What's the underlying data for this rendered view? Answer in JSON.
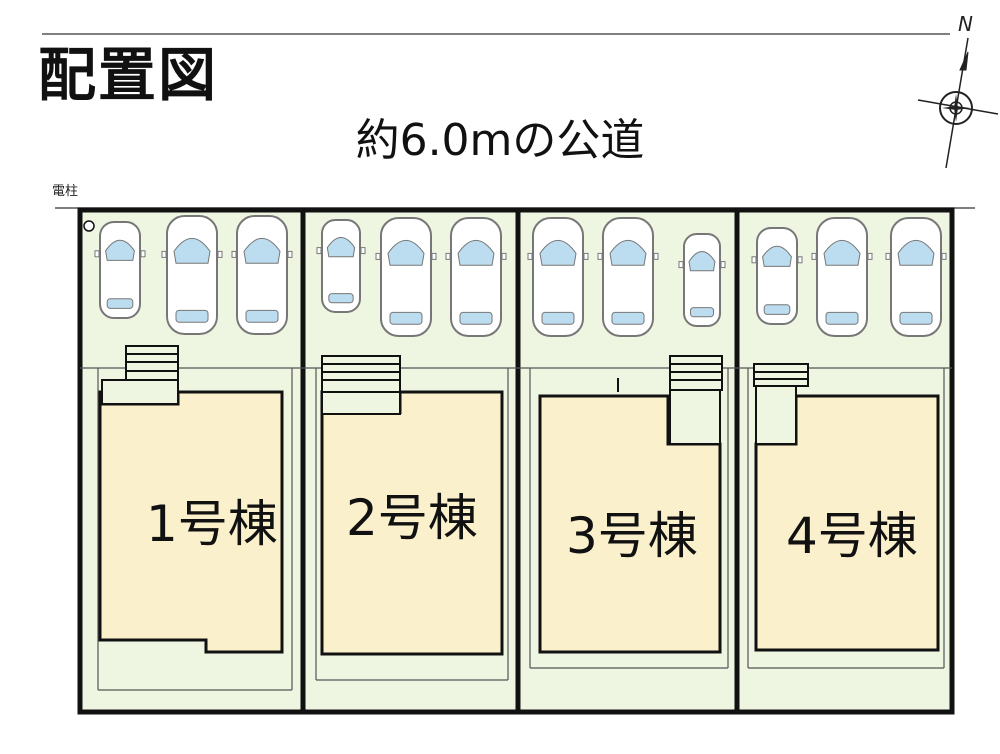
{
  "title": "配置図",
  "road_label": "約6.0mの公道",
  "utility_pole_label": "電柱",
  "north_label": "N",
  "units": [
    {
      "label": "1号棟"
    },
    {
      "label": "2号棟"
    },
    {
      "label": "3号棟"
    },
    {
      "label": "4号棟"
    }
  ],
  "colors": {
    "lot_fill": "#eef6e2",
    "house_fill": "#faf0cc",
    "car_window": "#bcdcef",
    "outline": "#111111"
  }
}
